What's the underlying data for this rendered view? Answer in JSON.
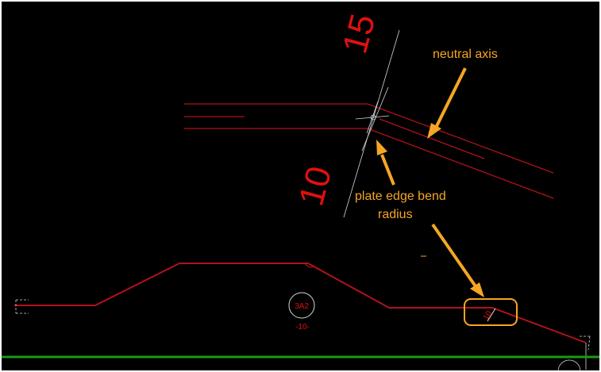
{
  "colors": {
    "background": "#000000",
    "plate_line": "#b0121b",
    "dimension_text": "#e01010",
    "annotation": "#f5a623",
    "construction_line": "#d8d8d8",
    "ground_line": "#1a9a1a"
  },
  "labels": {
    "neutral_axis": "neutral axis",
    "bend_radius_line1": "plate edge bend",
    "bend_radius_line2": "radius"
  },
  "dimensions": {
    "angle_upper": "15",
    "angle_lower": "10",
    "profile_label": "-10-",
    "circle_marker": "3A2",
    "small_radius": "10"
  },
  "icons": [
    "arrow-neutral-axis-icon",
    "arrow-bend-radius-icon",
    "arrow-callout-icon",
    "section-marker-icon",
    "radius-callout-box-icon"
  ]
}
